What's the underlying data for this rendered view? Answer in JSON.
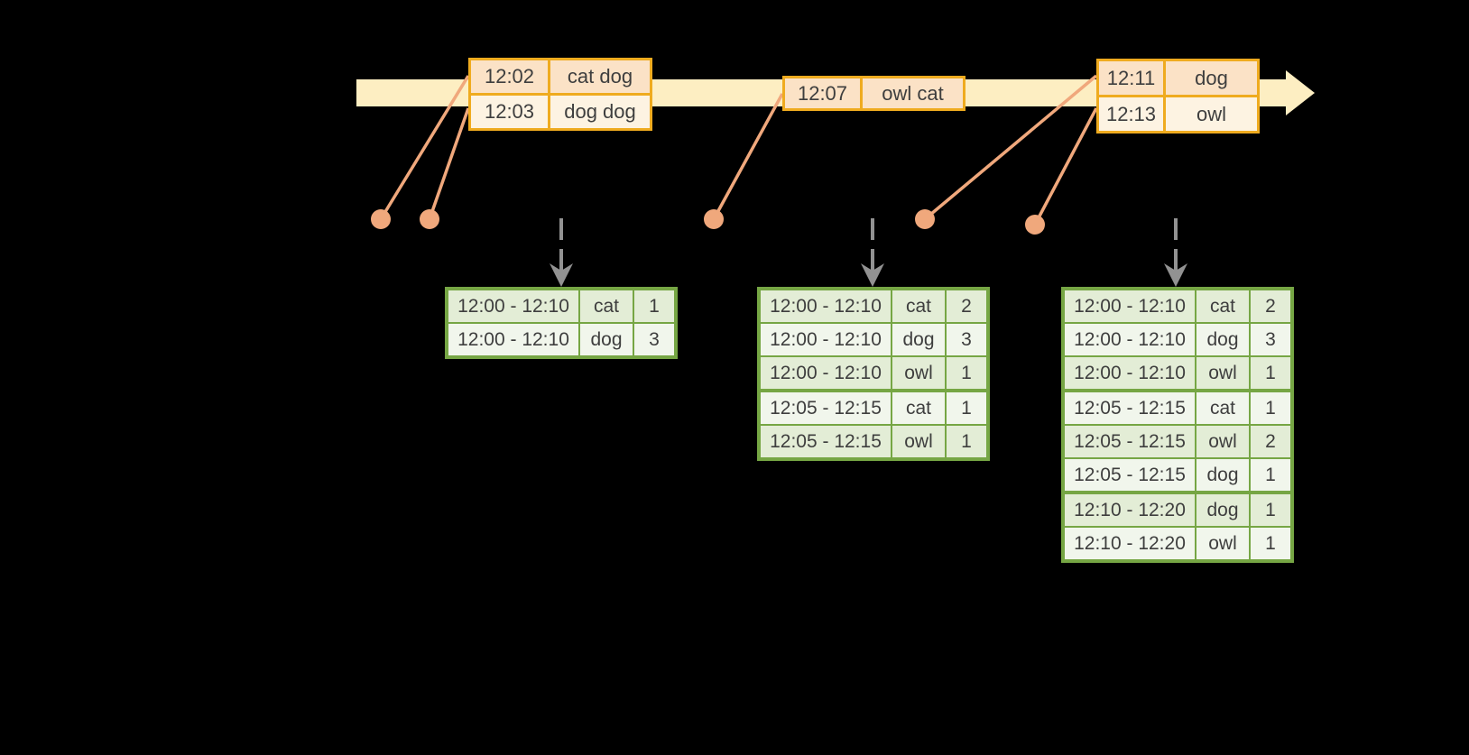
{
  "colors": {
    "background": "#000000",
    "band": "#fdeec2",
    "gold": "#efab1f",
    "peach_dark": "#fbe2c6",
    "peach_light": "#fdf3e2",
    "salmon": "#f0a87c",
    "arrow_gray": "#929292",
    "green": "#76a644",
    "green_row_dark": "#e3edd6",
    "green_row_light": "#f1f6ec",
    "text": "#3e3e3e"
  },
  "timeline": {
    "event_tables": [
      {
        "rows": [
          {
            "time": "12:02",
            "words": "cat dog"
          },
          {
            "time": "12:03",
            "words": "dog dog"
          }
        ]
      },
      {
        "rows": [
          {
            "time": "12:07",
            "words": "owl cat"
          }
        ]
      },
      {
        "rows": [
          {
            "time": "12:11",
            "words": "dog"
          },
          {
            "time": "12:13",
            "words": "owl"
          }
        ]
      }
    ]
  },
  "result_tables": [
    {
      "rows": [
        {
          "window": "12:00 - 12:10",
          "word": "cat",
          "count": 1
        },
        {
          "window": "12:00 - 12:10",
          "word": "dog",
          "count": 3
        }
      ]
    },
    {
      "rows": [
        {
          "window": "12:00 - 12:10",
          "word": "cat",
          "count": 2
        },
        {
          "window": "12:00 - 12:10",
          "word": "dog",
          "count": 3
        },
        {
          "window": "12:00 - 12:10",
          "word": "owl",
          "count": 1
        },
        {
          "window": "12:05 - 12:15",
          "word": "cat",
          "count": 1
        },
        {
          "window": "12:05 - 12:15",
          "word": "owl",
          "count": 1
        }
      ]
    },
    {
      "rows": [
        {
          "window": "12:00 - 12:10",
          "word": "cat",
          "count": 2
        },
        {
          "window": "12:00 - 12:10",
          "word": "dog",
          "count": 3
        },
        {
          "window": "12:00 - 12:10",
          "word": "owl",
          "count": 1
        },
        {
          "window": "12:05 - 12:15",
          "word": "cat",
          "count": 1
        },
        {
          "window": "12:05 - 12:15",
          "word": "owl",
          "count": 2
        },
        {
          "window": "12:05 - 12:15",
          "word": "dog",
          "count": 1
        },
        {
          "window": "12:10 - 12:20",
          "word": "dog",
          "count": 1
        },
        {
          "window": "12:10 - 12:20",
          "word": "owl",
          "count": 1
        }
      ]
    }
  ]
}
